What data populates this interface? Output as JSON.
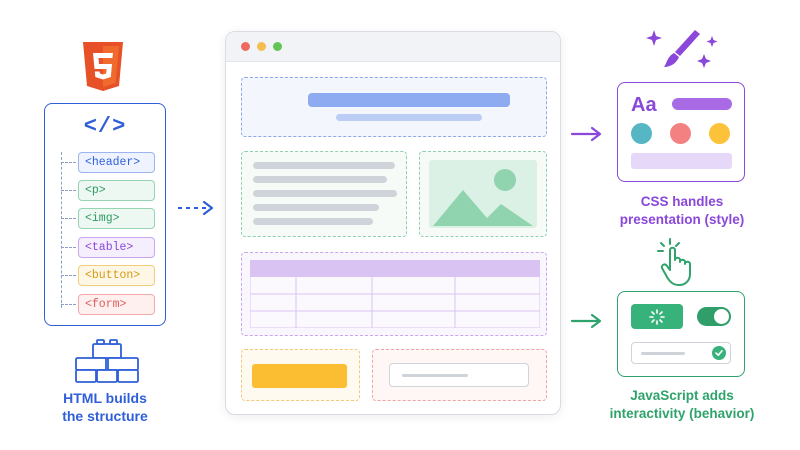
{
  "html_side": {
    "open_bracket": "</>",
    "tags": [
      {
        "label": "<header>",
        "color": "#2f5fd8",
        "bg": "#eef3ff"
      },
      {
        "label": "<p>",
        "color": "#2e9a62",
        "bg": "#ecf8f1"
      },
      {
        "label": "<img>",
        "color": "#2e9a62",
        "bg": "#ecf8f1"
      },
      {
        "label": "<table>",
        "color": "#8a47d9",
        "bg": "#f5eefd"
      },
      {
        "label": "<button>",
        "color": "#d39a11",
        "bg": "#fff7e6"
      },
      {
        "label": "<form>",
        "color": "#e05a5a",
        "bg": "#fff0f0"
      }
    ],
    "caption_line1": "HTML builds",
    "caption_line2": "the structure",
    "logo_badge": "5"
  },
  "css_side": {
    "sample_text": "Aa",
    "caption_line1": "CSS handles",
    "caption_line2": "presentation (style)"
  },
  "js_side": {
    "caption_line1": "JavaScript adds",
    "caption_line2": "interactivity (behavior)"
  },
  "colors": {
    "html_blue": "#2f5fd8",
    "css_purple": "#8a47d9",
    "js_green": "#2fa36b",
    "html_orange": "#e65127"
  },
  "icons": [
    "html5-logo-icon",
    "code-brackets-icon",
    "building-blocks-icon",
    "paintbrush-sparkles-icon",
    "pointer-click-icon",
    "toggle-icon",
    "check-icon",
    "image-icon"
  ]
}
